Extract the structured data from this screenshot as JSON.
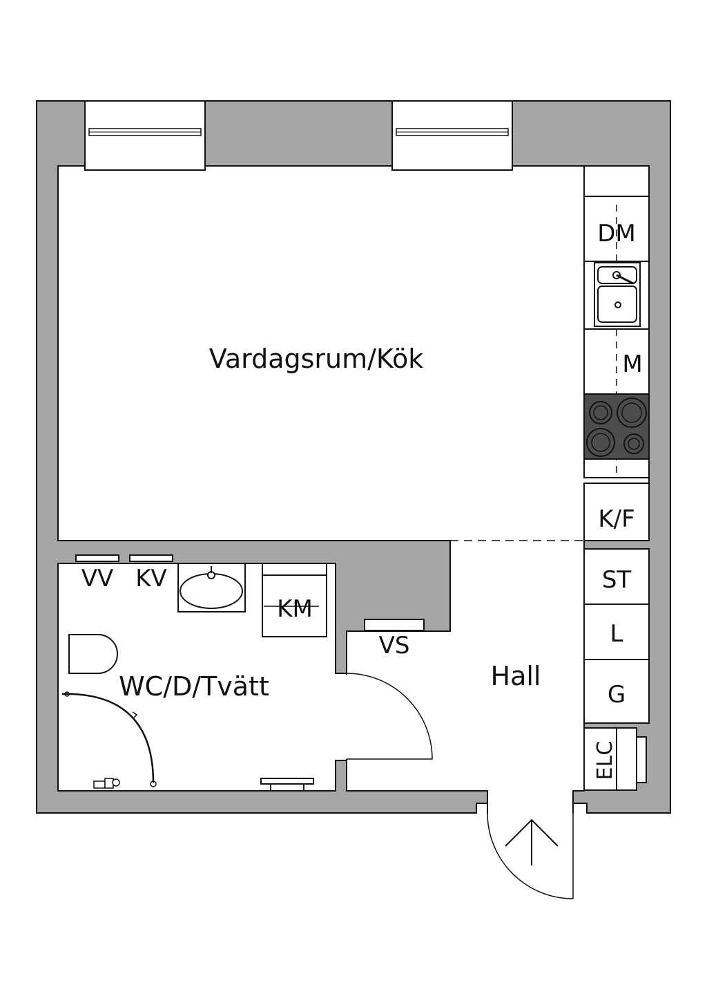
{
  "rooms": {
    "living_kitchen": "Vardagsrum/Kök",
    "bathroom": "WC/D/Tvätt",
    "hall": "Hall"
  },
  "fixtures": {
    "dishwasher": "DM",
    "microwave": "M",
    "fridge_freezer": "K/F",
    "cleaning_closet": "ST",
    "linen_closet": "L",
    "wardrobe": "G",
    "electrical_cabinet": "ELC",
    "hot_water": "VV",
    "cold_water": "KV",
    "washing_machine": "KM",
    "wardrobe_shelf": "VS"
  },
  "colors": {
    "wall": "#a6a6a6",
    "stove": "#4d4d4d",
    "line": "#111111",
    "floor": "#ffffff"
  }
}
